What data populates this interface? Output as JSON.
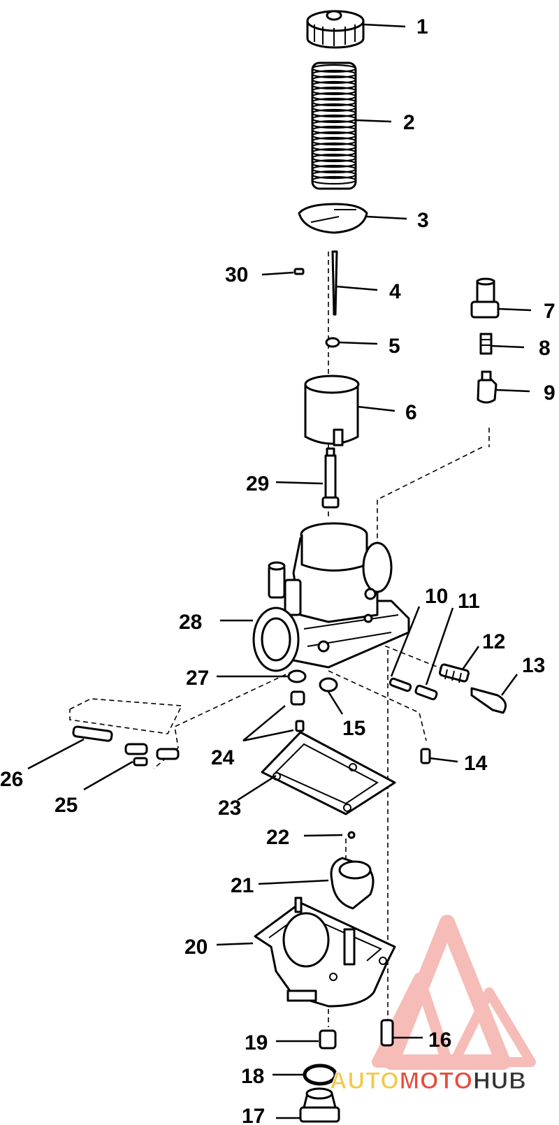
{
  "parts": [
    {
      "label": "1"
    },
    {
      "label": "2"
    },
    {
      "label": "3"
    },
    {
      "label": "30"
    },
    {
      "label": "4"
    },
    {
      "label": "5"
    },
    {
      "label": "6"
    },
    {
      "label": "7"
    },
    {
      "label": "8"
    },
    {
      "label": "9"
    },
    {
      "label": "29"
    },
    {
      "label": "10"
    },
    {
      "label": "11"
    },
    {
      "label": "12"
    },
    {
      "label": "13"
    },
    {
      "label": "28"
    },
    {
      "label": "27"
    },
    {
      "label": "15"
    },
    {
      "label": "14"
    },
    {
      "label": "24"
    },
    {
      "label": "26"
    },
    {
      "label": "25"
    },
    {
      "label": "23"
    },
    {
      "label": "22"
    },
    {
      "label": "21"
    },
    {
      "label": "20"
    },
    {
      "label": "19"
    },
    {
      "label": "16"
    },
    {
      "label": "18"
    },
    {
      "label": "17"
    }
  ],
  "watermark": {
    "auto": "AUTO",
    "moto": "MOTO",
    "hub": "HUB",
    "colors": {
      "auto": "#f2c94c",
      "moto": "#e74c3c",
      "hub": "#333333",
      "logo": "#f4a6a0"
    }
  }
}
